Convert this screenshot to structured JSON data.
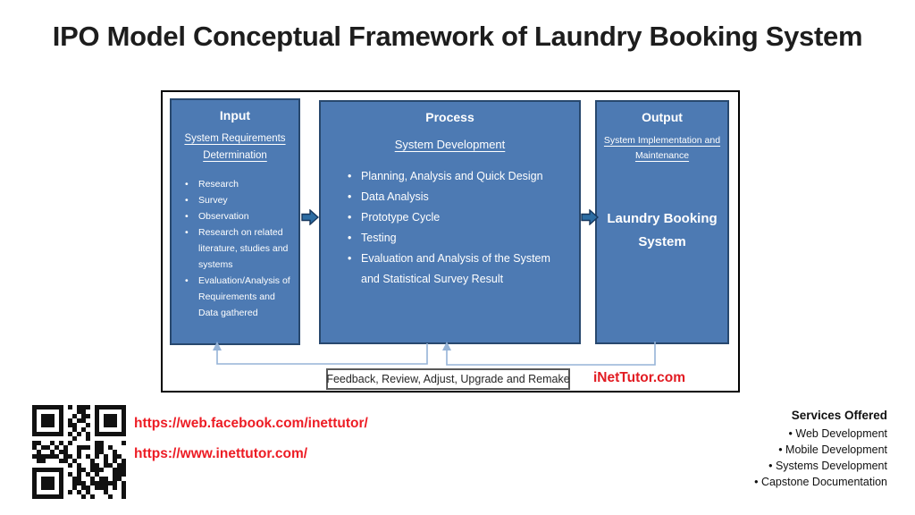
{
  "page": {
    "title": "IPO Model Conceptual Framework of Laundry Booking System"
  },
  "diagram": {
    "input": {
      "title": "Input",
      "subtitle": "System Requirements Determination",
      "items": [
        "Research",
        "Survey",
        "Observation",
        "Research on related literature, studies and systems",
        "Evaluation/Analysis of Requirements and Data gathered"
      ]
    },
    "process": {
      "title": "Process",
      "subtitle": "System Development",
      "items": [
        "Planning, Analysis and Quick Design",
        "Data Analysis",
        "Prototype Cycle",
        "Testing",
        "Evaluation and Analysis of the System and Statistical Survey Result"
      ]
    },
    "output": {
      "title": "Output",
      "subtitle": "System Implementation and Maintenance",
      "highlight": "Laundry Booking System"
    },
    "feedback_label": "Feedback, Review, Adjust, Upgrade and Remake",
    "watermark": "iNetTutor.com"
  },
  "footer": {
    "facebook_link": "https://web.facebook.com/inettutor/",
    "website_link": "https://www.inettutor.com/",
    "services": {
      "title": "Services Offered",
      "items": [
        "Web Development",
        "Mobile Development",
        "Systems Development",
        "Capstone Documentation"
      ]
    }
  },
  "colors": {
    "box_fill": "#4d7ab3",
    "box_border": "#28486e",
    "flow_arrow": "#2d6da3",
    "feedback_line": "#95b3d7",
    "accent_red": "#ed1c24",
    "frame_border": "#000000"
  }
}
